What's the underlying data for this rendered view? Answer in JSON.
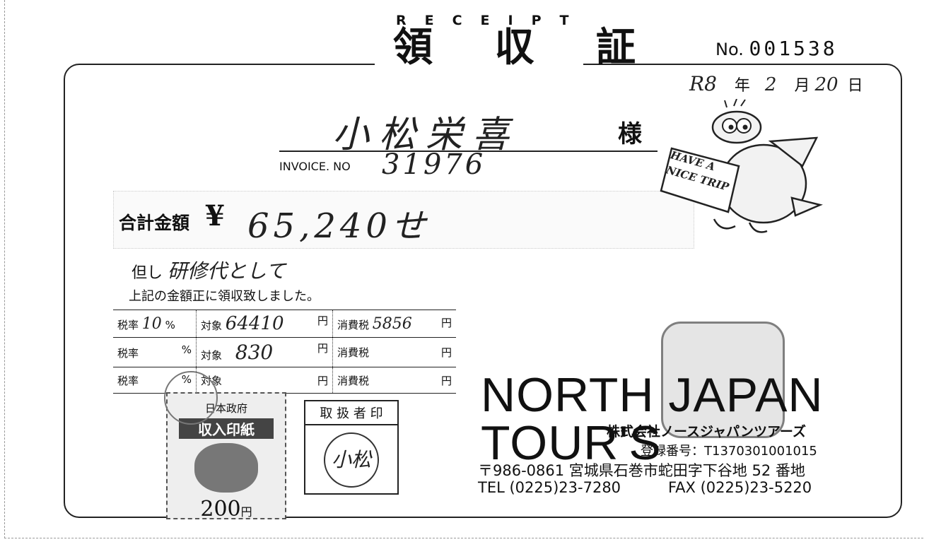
{
  "header": {
    "title_en": "RECEIPT",
    "title_jp": "領 収 証",
    "number_label": "No.",
    "number_value": "001538"
  },
  "date": {
    "era_year": "R8",
    "year_suffix": "年",
    "month": "2",
    "month_suffix": "月",
    "day": "20",
    "day_suffix": "日"
  },
  "recipient": {
    "name": "小松栄喜",
    "honorific": "様"
  },
  "invoice": {
    "label": "INVOICE. NO",
    "value": "31976"
  },
  "total": {
    "label": "合計金額",
    "yen": "¥",
    "amount": "65,240せ"
  },
  "purpose": {
    "prefix": "但し",
    "text": "研修代として",
    "confirmation": "上記の金額正に領収致しました。"
  },
  "tax_rows": [
    {
      "rate_label": "税率",
      "rate": "10",
      "pct": "%",
      "target_label": "対象",
      "target": "64410",
      "yen": "円",
      "tax_label": "消費税",
      "tax": "5856",
      "tax_yen": "円"
    },
    {
      "rate_label": "税率",
      "rate": "",
      "pct": "%",
      "target_label": "対象",
      "target": "830",
      "yen": "円",
      "tax_label": "消費税",
      "tax": "",
      "tax_yen": "円"
    },
    {
      "rate_label": "税率",
      "rate": "",
      "pct": "%",
      "target_label": "対象",
      "target": "",
      "yen": "円",
      "tax_label": "消費税",
      "tax": "",
      "tax_yen": "円"
    }
  ],
  "revenue_stamp": {
    "top_text": "日本政府",
    "mid_text": "収入印紙",
    "value": "200",
    "unit": "円"
  },
  "handler_seal": {
    "label": "取 扱 者 印",
    "seal_text": "小松"
  },
  "mascot": {
    "sign_line1": "HAVE A",
    "sign_line2": "NICE TRIP"
  },
  "company": {
    "logo": "NORTH JAPAN TOUR'S",
    "name_jp": "株式会社ノースジャパンツアーズ",
    "registration": "登録番号：T1370301001015",
    "address": "〒986-0861 宮城県石巻市蛇田字下谷地 52 番地",
    "tel": "TEL (0225)23-7280",
    "fax": "FAX (0225)23-5220"
  },
  "colors": {
    "ink": "#111111",
    "frame": "#222222",
    "stamp_gray": "#555555"
  }
}
